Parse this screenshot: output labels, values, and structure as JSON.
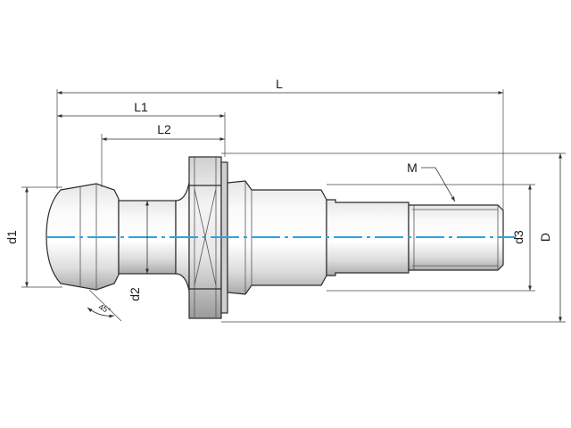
{
  "labels": {
    "L": "L",
    "L1": "L1",
    "L2": "L2",
    "M": "M",
    "d1": "d1",
    "d2": "d2",
    "d3": "d3",
    "D": "D",
    "angle": "45°"
  },
  "colors": {
    "centerline": "#29a3e0",
    "body_light": "#f2f2f2",
    "body_mid": "#d6d6d6",
    "body_dark": "#a8a8a8",
    "line": "#2a2a2a"
  }
}
